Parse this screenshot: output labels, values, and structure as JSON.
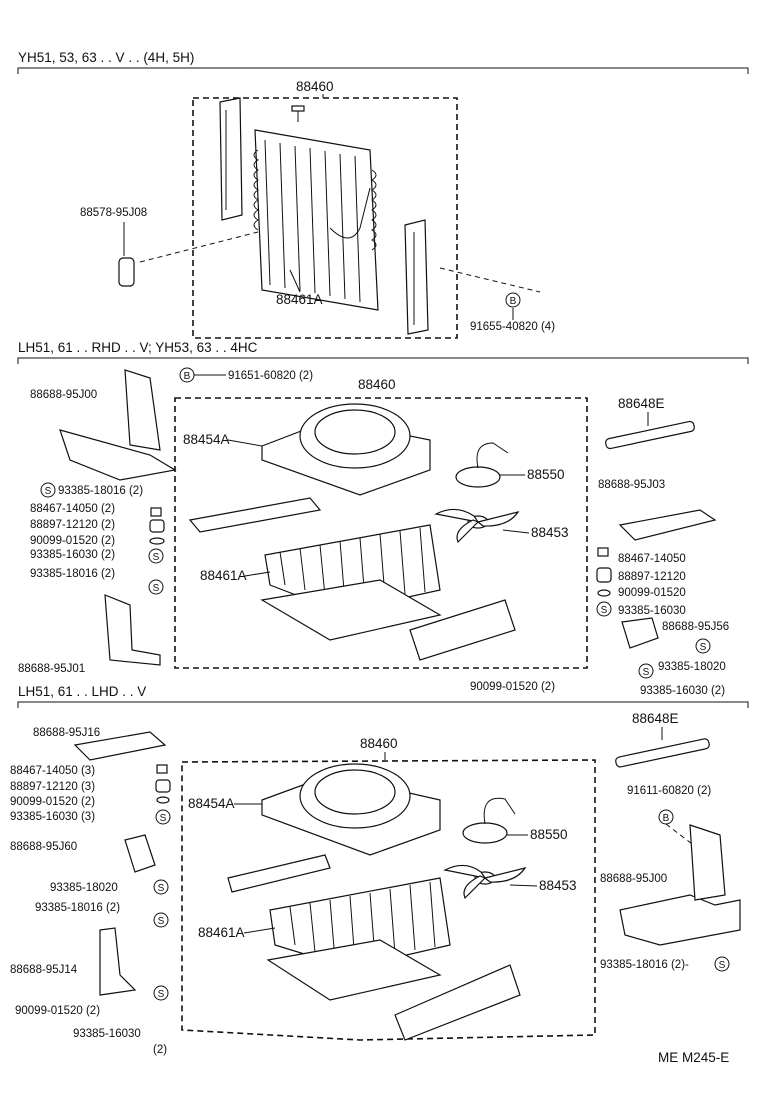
{
  "sections": [
    {
      "title": "YH51, 53, 63 . . V . . (4H, 5H)",
      "labels": {
        "assembly": "88460",
        "condenser": "88461A",
        "receiver": "88578-95J08",
        "bolt_marker": "B",
        "bolt": "91655-40820 (4)"
      }
    },
    {
      "title": "LH51, 61 . . RHD . . V; YH53, 63 . . 4HC",
      "labels": {
        "assembly": "88460",
        "bolt_marker": "B",
        "bolt": "91651-60820 (2)",
        "bracket_top_left": "88688-95J00",
        "screw_marker": "S",
        "screw_1": "93385-18016 (2)",
        "stop_1": "88467-14050 (2)",
        "cushion_1": "88897-12120 (2)",
        "washer_1": "90099-01520 (2)",
        "screw_2": "93385-16030 (2)",
        "screw_3": "93385-18016 (2)",
        "bracket_bottom_left": "88688-95J01",
        "fan_shroud": "88454A",
        "condenser": "88461A",
        "motor": "88550",
        "fan": "88453",
        "hose": "88648E",
        "bracket_right": "88688-95J03",
        "stop_r": "88467-14050",
        "cushion_r": "88897-12120",
        "washer_r": "90099-01520",
        "screw_r": "93385-16030",
        "bracket_r2": "88688-95J56",
        "screw_r2": "93385-18020",
        "washer_r2": "90099-01520 (2)",
        "screw_r3": "93385-16030 (2)"
      }
    },
    {
      "title": "LH51, 61 . . LHD . . V",
      "labels": {
        "assembly": "88460",
        "bracket_top_left": "88688-95J16",
        "stop": "88467-14050 (3)",
        "cushion": "88897-12120 (3)",
        "washer": "90099-01520 (2)",
        "screw_1": "93385-16030 (3)",
        "bracket_mid_left": "88688-95J60",
        "screw_2": "93385-18020",
        "screw_3": "93385-18016 (2)",
        "bracket_bottom_left": "88688-95J14",
        "washer_2": "90099-01520 (2)",
        "screw_4": "93385-16030",
        "screw_4_qty": "(2)",
        "fan_shroud": "88454A",
        "condenser": "88461A",
        "motor": "88550",
        "fan": "88453",
        "hose": "88648E",
        "bolt_marker": "B",
        "bolt": "91611-60820 (2)",
        "bracket_right": "88688-95J00",
        "screw_r": "93385-18016 (2)-",
        "screw_marker": "S"
      }
    }
  ],
  "footer": {
    "code": "ME M245-E"
  },
  "markers": {
    "S": "S",
    "B": "B"
  }
}
